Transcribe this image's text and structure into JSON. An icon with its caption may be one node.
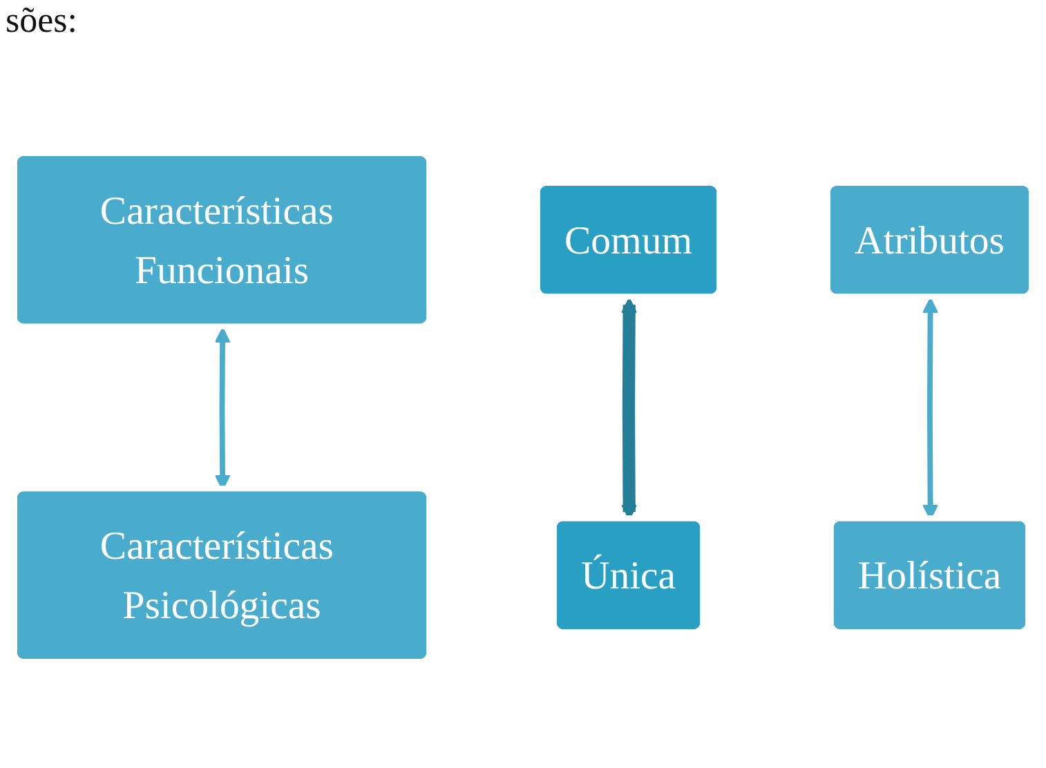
{
  "diagram": {
    "nodes": [
      {
        "text": [
          "Características Funcionais"
        ]
      },
      {
        "text": [
          "Comum"
        ]
      },
      {
        "text": [
          "Atributos"
        ]
      },
      {
        "text": [
          "Holística"
        ]
      },
      {
        "text": [
          "Única"
        ]
      },
      {
        "text": [
          "Características Psicológicas"
        ]
      }
    ],
    "edges": [
      {
        "from": 0,
        "to": 5,
        "arrow": "both"
      },
      {
        "from": 2,
        "to": 3,
        "arrow": "both"
      },
      {
        "from": 1,
        "to": 4,
        "arrow": "both",
        "style": "thick",
        "color": "#237f98"
      }
    ],
    "labels": [
      "sões:"
    ]
  }
}
